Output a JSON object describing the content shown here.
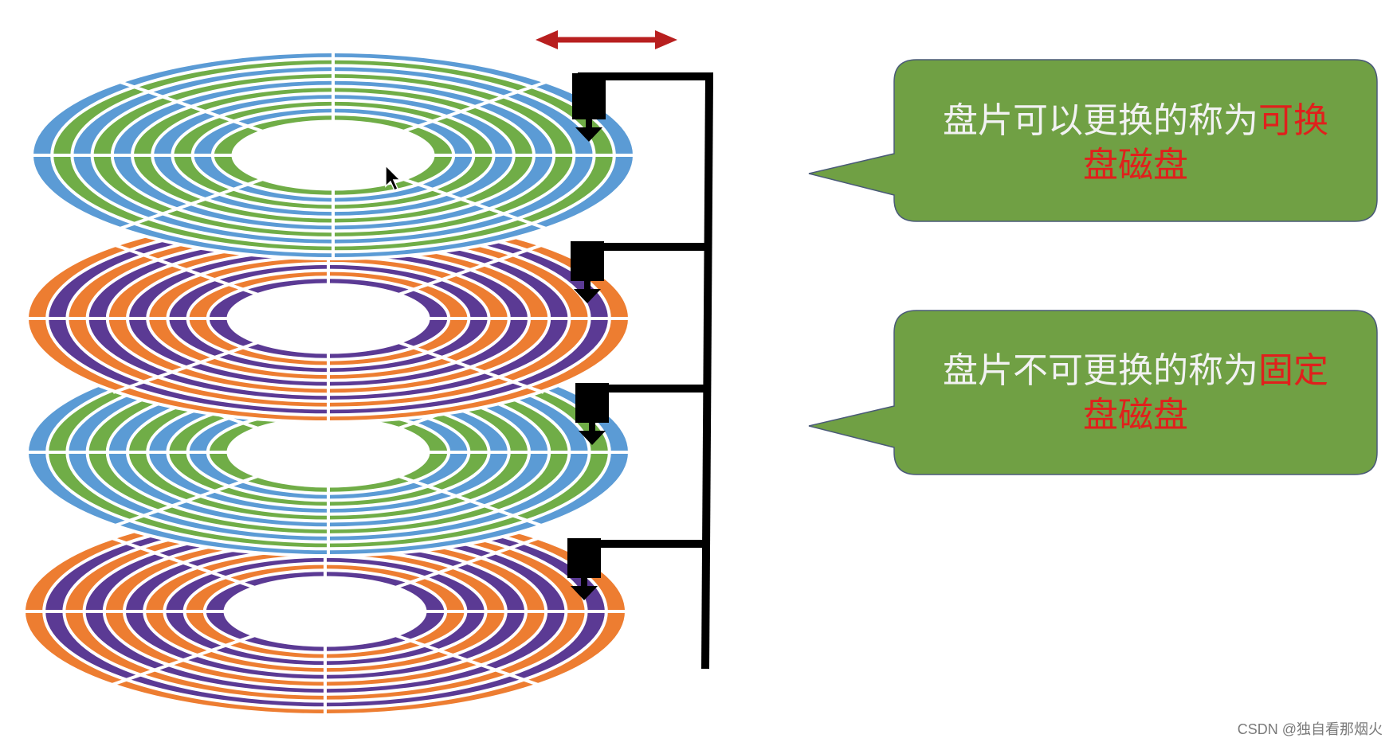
{
  "callouts": [
    {
      "text_main": "盘片可以更换的称为",
      "text_highlight_1": "可换",
      "text_highlight_2": "盘磁盘"
    },
    {
      "text_main": "盘片不可更换的称为",
      "text_highlight_1": "固定",
      "text_highlight_2": "盘磁盘"
    }
  ],
  "watermark": "CSDN @独自看那烟火",
  "colors": {
    "callout_fill": "#70A044",
    "callout_text": "#F2F2F2",
    "callout_highlight": "#E0201C",
    "arm_arrow": "#B81F1F",
    "arm": "#000000",
    "platter_a_outer": "#5B9BD5",
    "platter_a_inner": "#70AD47",
    "platter_b_outer": "#ED7D31",
    "platter_b_inner": "#5B3A94"
  },
  "platters": [
    {
      "scheme": "a"
    },
    {
      "scheme": "b"
    },
    {
      "scheme": "a"
    },
    {
      "scheme": "b"
    }
  ]
}
